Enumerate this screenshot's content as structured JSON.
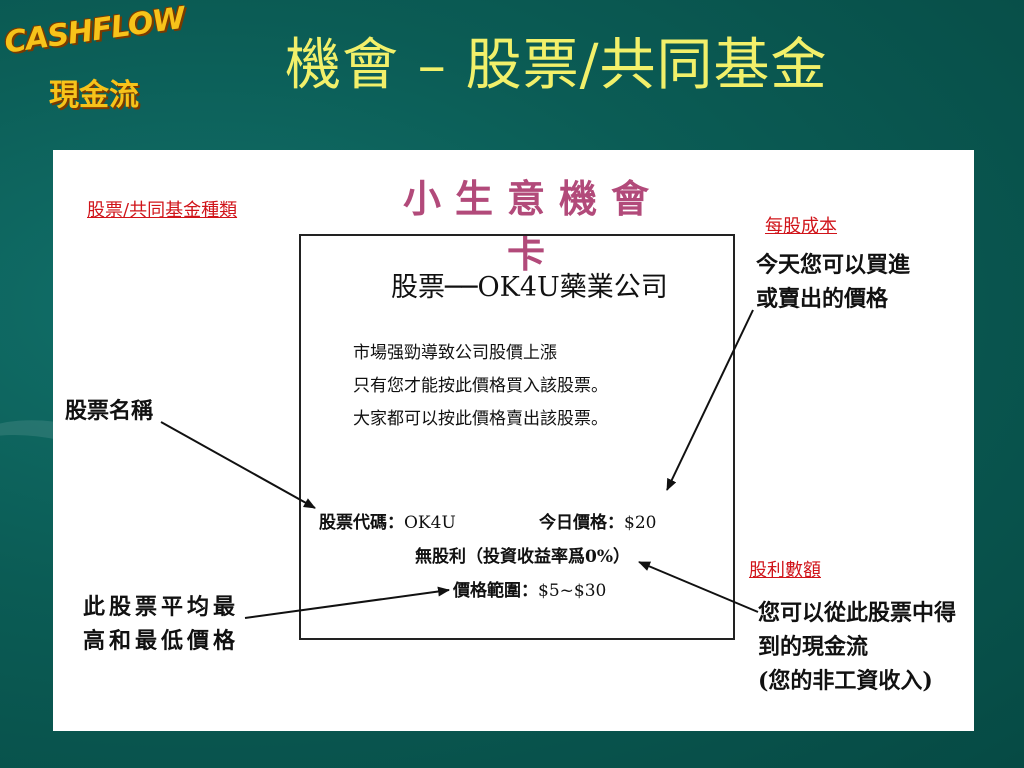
{
  "logo": {
    "word": "CASHFLOW",
    "subtitle": "現金流"
  },
  "slide_title": "機會 – 股票/共同基金",
  "card": {
    "heading": "小生意機會卡",
    "title": "股票──OK4U藥業公司",
    "description": [
      "市場强勁導致公司股價上漲",
      "只有您才能按此價格買入該股票。",
      "大家都可以按此價格賣出該股票。"
    ],
    "symbol_label": "股票代碼：",
    "symbol_value": "OK4U",
    "price_label": "今日價格：",
    "price_value": "$20",
    "dividend_line": "無股利（投資收益率爲0%）",
    "range_label": "價格範圍：",
    "range_value": "$5~$30"
  },
  "annotations": {
    "stock_type_label": "股票/共同基金種類",
    "cost_per_share_label": "每股成本",
    "cost_note": [
      "今天您可以買進",
      "或賣出的價格"
    ],
    "stock_name_note": "股票名稱",
    "range_note": [
      "此股票平均最",
      "高和最低價格"
    ],
    "dividend_amount_label": "股利數額",
    "dividend_note": [
      "您可以從此股票中得",
      "到的現金流",
      "(您的非工資收入)"
    ]
  },
  "colors": {
    "background": "#0b5c55",
    "title": "#f2f06a",
    "logo": "#f7c31a",
    "card_heading": "#b24a7a",
    "annotation_label": "#d0141a"
  }
}
